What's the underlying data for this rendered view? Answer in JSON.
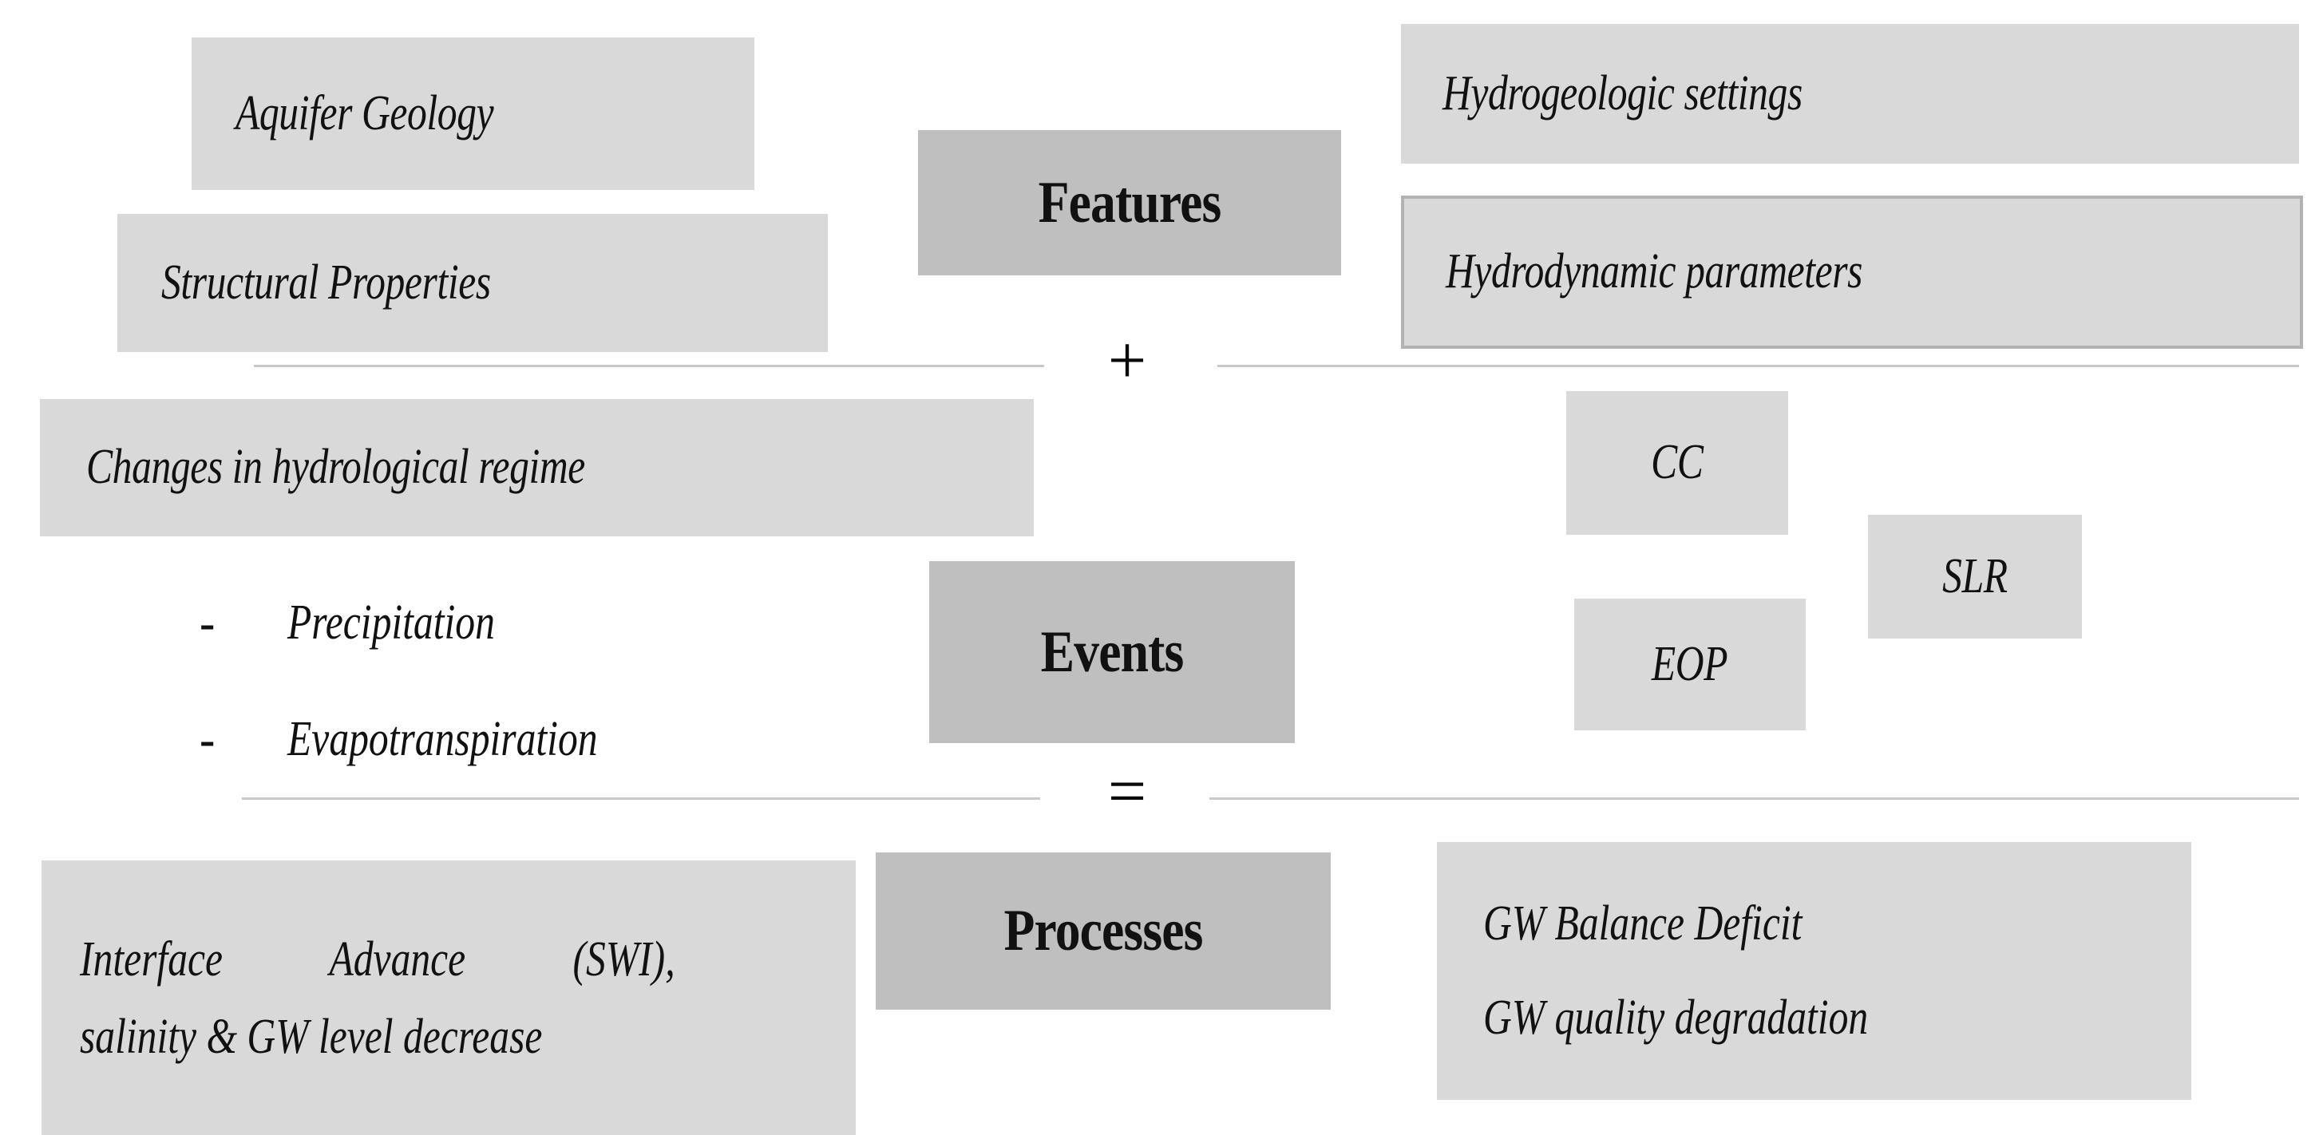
{
  "diagram": {
    "title_concept": "Features + Events = Processes",
    "categories": {
      "features": "Features",
      "events": "Events",
      "processes": "Processes"
    },
    "operators": {
      "plus": "+",
      "equals": "="
    },
    "features_row": {
      "left_boxes": [
        {
          "label": "Aquifer Geology"
        },
        {
          "label": "Structural Properties"
        }
      ],
      "right_boxes": [
        {
          "label": "Hydrogeologic settings",
          "bordered": false
        },
        {
          "label": "Hydrodynamic parameters",
          "bordered": true
        }
      ]
    },
    "events_row": {
      "left_box": {
        "label": "Changes in hydrological regime"
      },
      "bullets": [
        {
          "marker": "-",
          "label": "Precipitation"
        },
        {
          "marker": "-",
          "label": "Evapotranspiration"
        }
      ],
      "right_boxes": [
        {
          "label": "CC"
        },
        {
          "label": "SLR"
        },
        {
          "label": "EOP"
        }
      ]
    },
    "processes_row": {
      "left_box": {
        "line1": "Interface Advance (SWI),",
        "line2": "salinity & GW level decrease"
      },
      "right_box": {
        "line1": "GW Balance Deficit",
        "line2": "GW quality degradation"
      }
    },
    "colors": {
      "box_light": "#d9d9d9",
      "box_dark": "#bfbfbf",
      "box_border": "#b3b3b3",
      "rule": "#c9c9c9",
      "text": "#111111",
      "background": "#ffffff"
    }
  }
}
